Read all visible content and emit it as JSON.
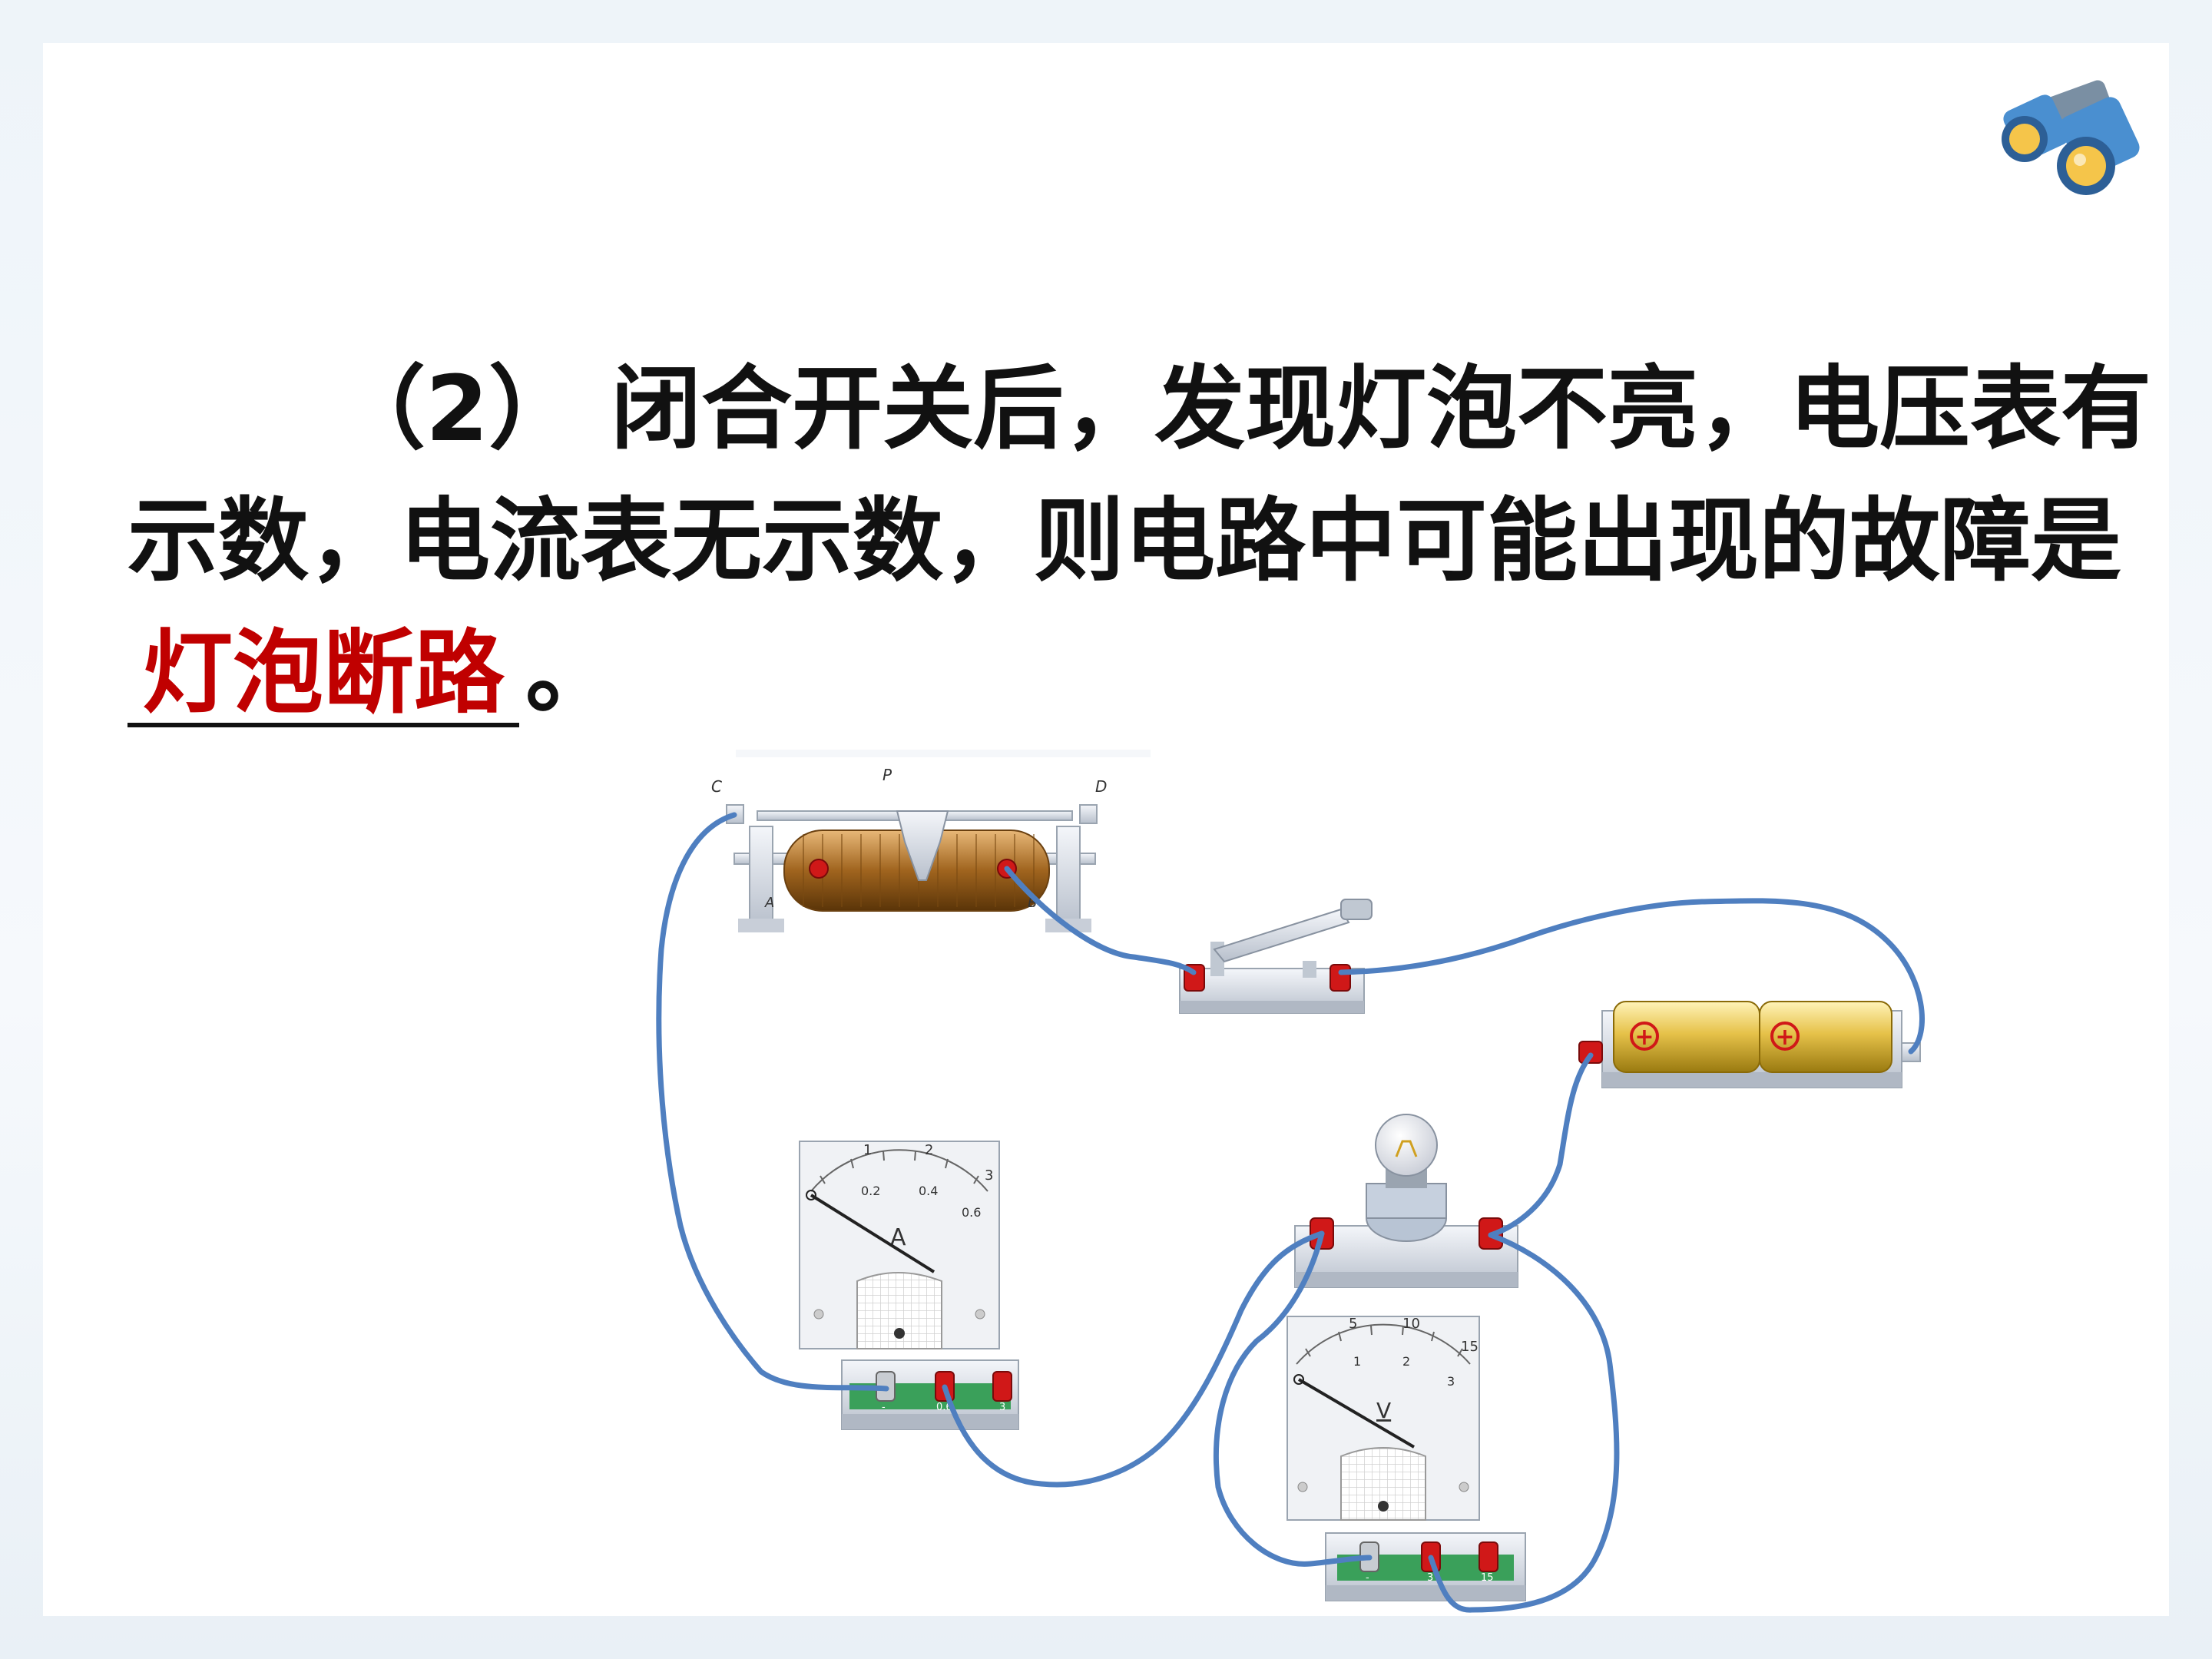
{
  "question": {
    "line1": "（2） 闭合开关后，发现灯泡不亮，电压表有",
    "line2": "示数，电流表无示数，则电路中可能出现的故障是",
    "answer": "灯泡断路",
    "ending": "。"
  },
  "rheostat": {
    "label_c": "C",
    "label_p": "P",
    "label_d": "D",
    "label_a": "A",
    "label_b": "B"
  },
  "ammeter": {
    "symbol": "A",
    "scale_top": [
      "1",
      "2",
      "3"
    ],
    "scale_bottom": [
      "0.2",
      "0.4",
      "0.6"
    ],
    "terminals": [
      "-",
      "0.6",
      "3"
    ]
  },
  "voltmeter": {
    "symbol": "V",
    "scale_top": [
      "5",
      "10",
      "15"
    ],
    "scale_bottom": [
      "1",
      "2",
      "3"
    ],
    "terminals": [
      "-",
      "3",
      "15"
    ]
  },
  "battery": {
    "cell_sign": "+"
  },
  "colors": {
    "wire": "#4f7fc0",
    "answer": "#c00000",
    "terminal": "#d01818"
  },
  "icons": [
    "binoculars-icon"
  ]
}
